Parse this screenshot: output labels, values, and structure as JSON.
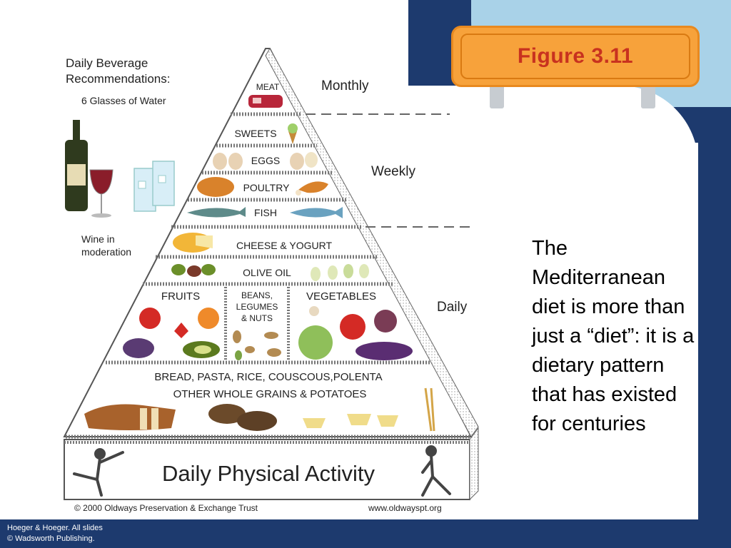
{
  "slide": {
    "figure_label": "Figure 3.11",
    "caption": "The Mediterranean diet is more than just a “diet”: it is a dietary pattern that has existed for centuries",
    "footer": {
      "line1": "Hoeger & Hoeger. All slides",
      "line2": "© Wadsworth Publishing."
    }
  },
  "pyramid": {
    "beverage_heading_line1": "Daily Beverage",
    "beverage_heading_line2": "Recommendations:",
    "water": "6 Glasses of Water",
    "wine_line1": "Wine in",
    "wine_line2": "moderation",
    "frequency": {
      "monthly": "Monthly",
      "weekly": "Weekly",
      "daily": "Daily"
    },
    "tiers": {
      "meat": "MEAT",
      "sweets": "SWEETS",
      "eggs": "EGGS",
      "poultry": "POULTRY",
      "fish": "FISH",
      "cheese": "CHEESE & YOGURT",
      "olive": "OLIVE OIL",
      "fruits": "FRUITS",
      "beans_line1": "BEANS,",
      "beans_line2": "LEGUMES",
      "beans_line3": "& NUTS",
      "vegetables": "VEGETABLES",
      "bread_line1": "BREAD, PASTA, RICE, COUSCOUS,POLENTA",
      "bread_line2": "OTHER WHOLE GRAINS & POTATOES"
    },
    "activity": "Daily Physical Activity",
    "copyright": "© 2000 Oldways Preservation & Exchange Trust",
    "website": "www.oldwayspt.org"
  },
  "colors": {
    "navy": "#1d3a6e",
    "light_blue": "#a9d2e8",
    "sign_orange": "#f7a23b",
    "sign_text": "#c8321f"
  }
}
